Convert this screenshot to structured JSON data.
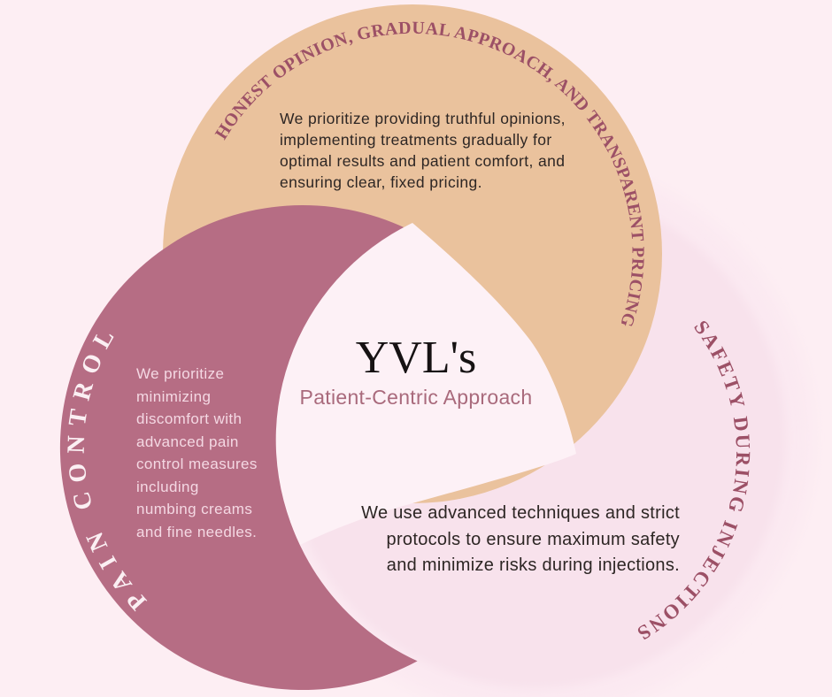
{
  "diagram": {
    "center": {
      "brand": "YVL's",
      "subtitle": "Patient-Centric Approach"
    },
    "top": {
      "label": "HONEST OPINION, GRADUAL APPROACH, AND TRANSPARENT PRICING",
      "body": "We prioritize providing truthful opinions,\nimplementing treatments gradually for\noptimal results and patient comfort, and\nensuring clear, fixed pricing."
    },
    "left": {
      "label": "PAIN CONTROL",
      "body": "We prioritize\nminimizing\ndiscomfort with\nadvanced pain\ncontrol measures\nincluding\nnumbing creams\nand fine needles."
    },
    "right": {
      "label": "SAFETY DURING INJECTIONS",
      "body": "We use advanced techniques and strict\nprotocols to ensure maximum safety\nand minimize risks during injections."
    }
  },
  "colors": {
    "background": "#fdeef3",
    "top_circle": "#eac29d",
    "left_circle": "#b66d84",
    "center_area": "#fdf1f6",
    "right_halo": "#fbe9f1",
    "right_disc": "#f8e2ec",
    "curved_label": "#9c5066",
    "left_label_text": "#fbeff3",
    "dark_text": "#2d2624",
    "left_body_text": "#f4d8e3",
    "brand_text": "#161213",
    "subtitle_text": "#a96a7c"
  }
}
